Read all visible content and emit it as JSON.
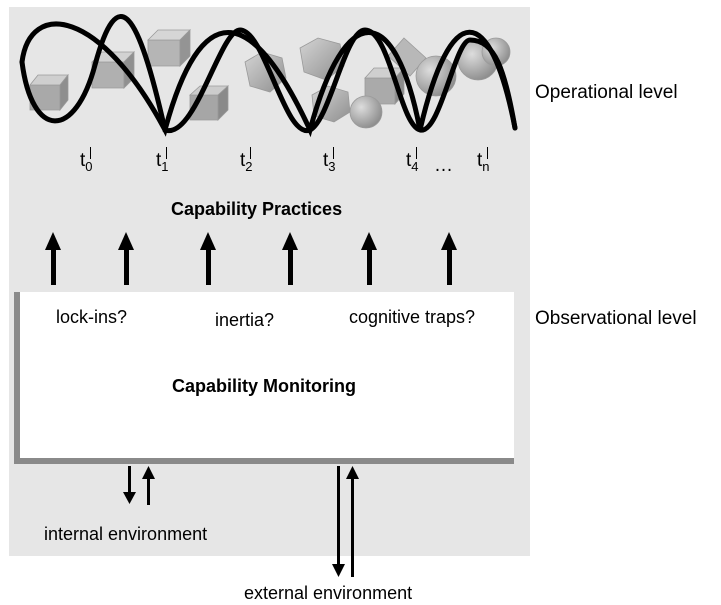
{
  "levels": {
    "operational": "Operational level",
    "observational": "Observational level"
  },
  "timepoints": [
    {
      "base": "t",
      "sub": "0"
    },
    {
      "base": "t",
      "sub": "1"
    },
    {
      "base": "t",
      "sub": "2"
    },
    {
      "base": "t",
      "sub": "3"
    },
    {
      "base": "t",
      "sub": "4"
    },
    {
      "base": "t",
      "sub": "n"
    }
  ],
  "ellipsis": "…",
  "practices_label": "Capability Practices",
  "monitoring": {
    "title": "Capability Monitoring",
    "issues": [
      "lock-ins?",
      "inertia?",
      "cognitive traps?"
    ]
  },
  "environments": {
    "internal": "internal environment",
    "external": "external environment"
  }
}
